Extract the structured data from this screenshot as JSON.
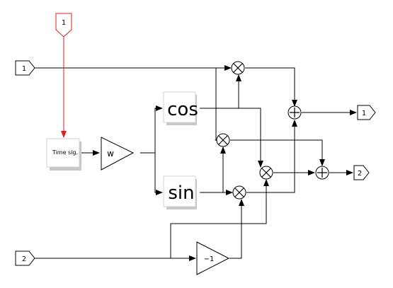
{
  "diagram": {
    "event_input": {
      "label": "1",
      "wire_color": "#e8191c"
    },
    "inputs": [
      {
        "label": "1"
      },
      {
        "label": "2"
      }
    ],
    "outputs": [
      {
        "label": "1"
      },
      {
        "label": "2"
      }
    ],
    "blocks": {
      "time_signal": {
        "label": "Time sig."
      },
      "gain_w": {
        "label": "w"
      },
      "cos": {
        "label": "cos"
      },
      "sin": {
        "label": "sin"
      },
      "gain_neg1": {
        "label": "−1"
      }
    },
    "colors": {
      "wire": "#000000",
      "block_shadow": "#c8c8c8",
      "event_wire": "#e8191c"
    }
  }
}
